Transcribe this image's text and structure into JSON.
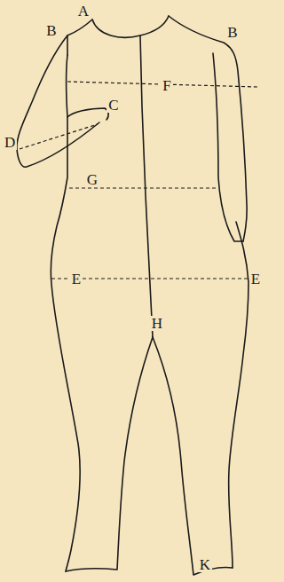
{
  "diagram": {
    "labels": [
      "A",
      "B",
      "B",
      "F",
      "C",
      "D",
      "G",
      "E",
      "E",
      "H",
      "K"
    ]
  }
}
